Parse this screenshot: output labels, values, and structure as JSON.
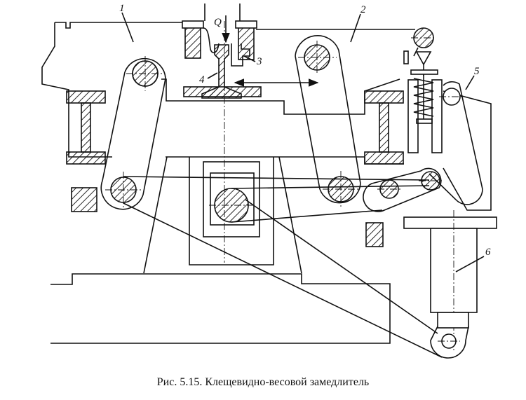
{
  "caption": "Рис. 5.15. Клещевидно-весовой замедлитель",
  "labels": {
    "part1": "1",
    "part2": "2",
    "part3": "3",
    "part4": "4",
    "part5": "5",
    "part6": "6",
    "load": "Q"
  }
}
